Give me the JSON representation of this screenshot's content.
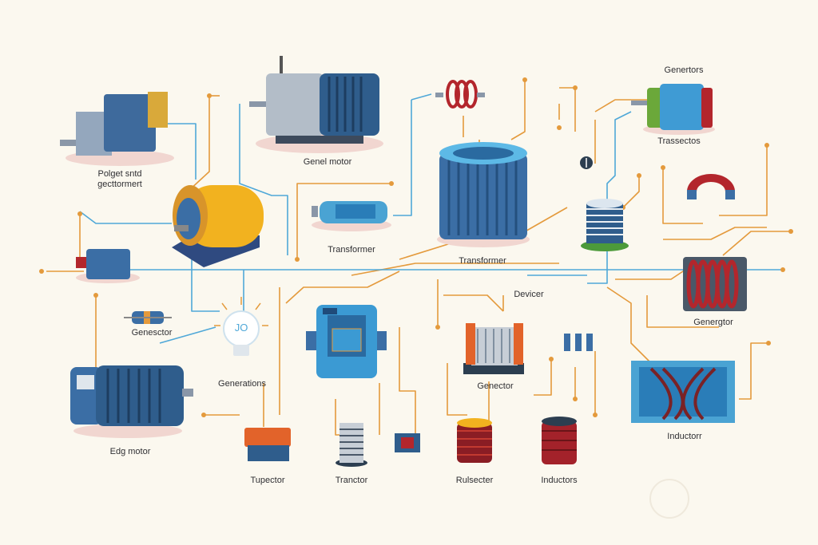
{
  "labels": {
    "polyet": "Polget sntd",
    "polyet2": "gecttormert",
    "genel_motor": "Genel motor",
    "generators_top": "Genertors",
    "trassectos": "Trassectos",
    "transformer_small": "Transformer",
    "transformer_big": "Transformer",
    "devicer": "Devicer",
    "generator_right": "Genergtor",
    "generator_left": "Genesctor",
    "generations": "Generations",
    "generator_mid": "Genector",
    "inductor_right": "Inductorr",
    "edg_motor": "Edg motor",
    "tupector": "Tupector",
    "tranctor": "Tranctor",
    "rulsecter": "Rulsecter",
    "inductors": "Inductors",
    "bulb_text": "JO"
  },
  "colors": {
    "background": "#fbf8ef",
    "wire_orange": "#e49a3c",
    "wire_blue": "#4fa8d8",
    "steel_blue": "#3b6ea5",
    "copper_red": "#b3262c",
    "motor_yellow": "#f2b21f"
  }
}
